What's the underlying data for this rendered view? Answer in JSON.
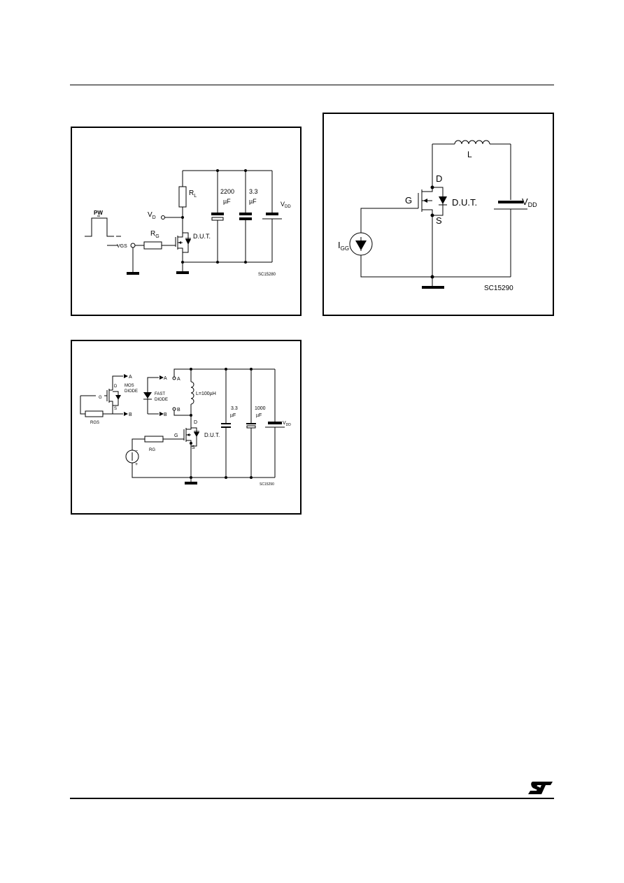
{
  "figure_1": {
    "pulse_label": "PW",
    "vgs_label": "VGS",
    "vd_label": "V",
    "vd_sub": "D",
    "rl_label": "R",
    "rl_sub": "L",
    "rg_label": "R",
    "rg_sub": "G",
    "cap1_value": "2200",
    "cap1_unit": "µF",
    "cap2_value": "3.3",
    "cap2_unit": "µF",
    "vdd_label": "V",
    "vdd_sub": "DD",
    "dut_label": "D.U.T.",
    "code": "SC15280"
  },
  "figure_2": {
    "inductor_label": "L",
    "drain_label": "D",
    "gate_label": "G",
    "source_label": "S",
    "dut_label": "D.U.T.",
    "igg_label": "I",
    "igg_sub": "GG",
    "vdd_label": "V",
    "vdd_sub": "DD",
    "code": "SC15290"
  },
  "figure_3": {
    "node_a": "A",
    "node_b": "B",
    "mos_diode_line1": "MOS",
    "mos_diode_line2": "DIODE",
    "fast_diode_line1": "FAST",
    "fast_diode_line2": "DIODE",
    "d_label": "D",
    "g_label": "G",
    "s_label": "S",
    "rgs_label": "RGS",
    "inductor_label": "L=100µH",
    "rg_label": "RG",
    "cap1_value": "3.3",
    "cap1_unit": "µF",
    "cap2_value": "1000",
    "cap2_unit": "µF",
    "vdd_label": "V",
    "vdd_sub": "DD",
    "dut_label": "D.U.T.",
    "minus": "−",
    "plus": "+",
    "code": "SC15290"
  },
  "logo_text": "ST"
}
